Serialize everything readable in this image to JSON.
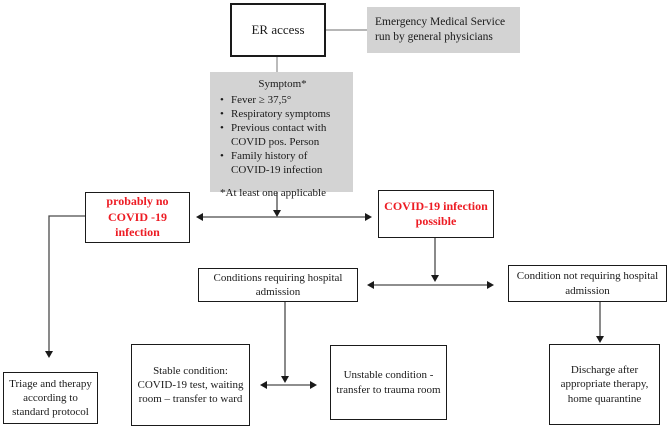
{
  "flowchart": {
    "er_access": "ER access",
    "ems_note": "Emergency Medical Service run by general physicians",
    "symptom": {
      "title": "Symptom*",
      "bullets": [
        "Fever ≥ 37,5°",
        "Respiratory symptoms",
        "Previous contact with COVID pos. Person",
        "Family history of COVID-19 infection"
      ],
      "footnote": "*At least one applicable"
    },
    "probably_no": "probably no COVID -19 infection",
    "covid_possible": "COVID-19 infection possible",
    "cond_requiring": "Conditions requiring hospital admission",
    "cond_not_requiring": "Condition not requiring hospital admission",
    "triage": "Triage and therapy according to standard protocol",
    "stable": "Stable condition: COVID-19 test, waiting room – transfer to ward",
    "unstable": "Unstable condition - transfer to trauma room",
    "discharge": "Discharge after appropriate therapy, home quarantine"
  },
  "colors": {
    "highlight_red": "#ed1c24",
    "panel_gray": "#d3d3d3",
    "line_dark": "#4a4a4a",
    "line_gray": "#9e9e9e"
  }
}
